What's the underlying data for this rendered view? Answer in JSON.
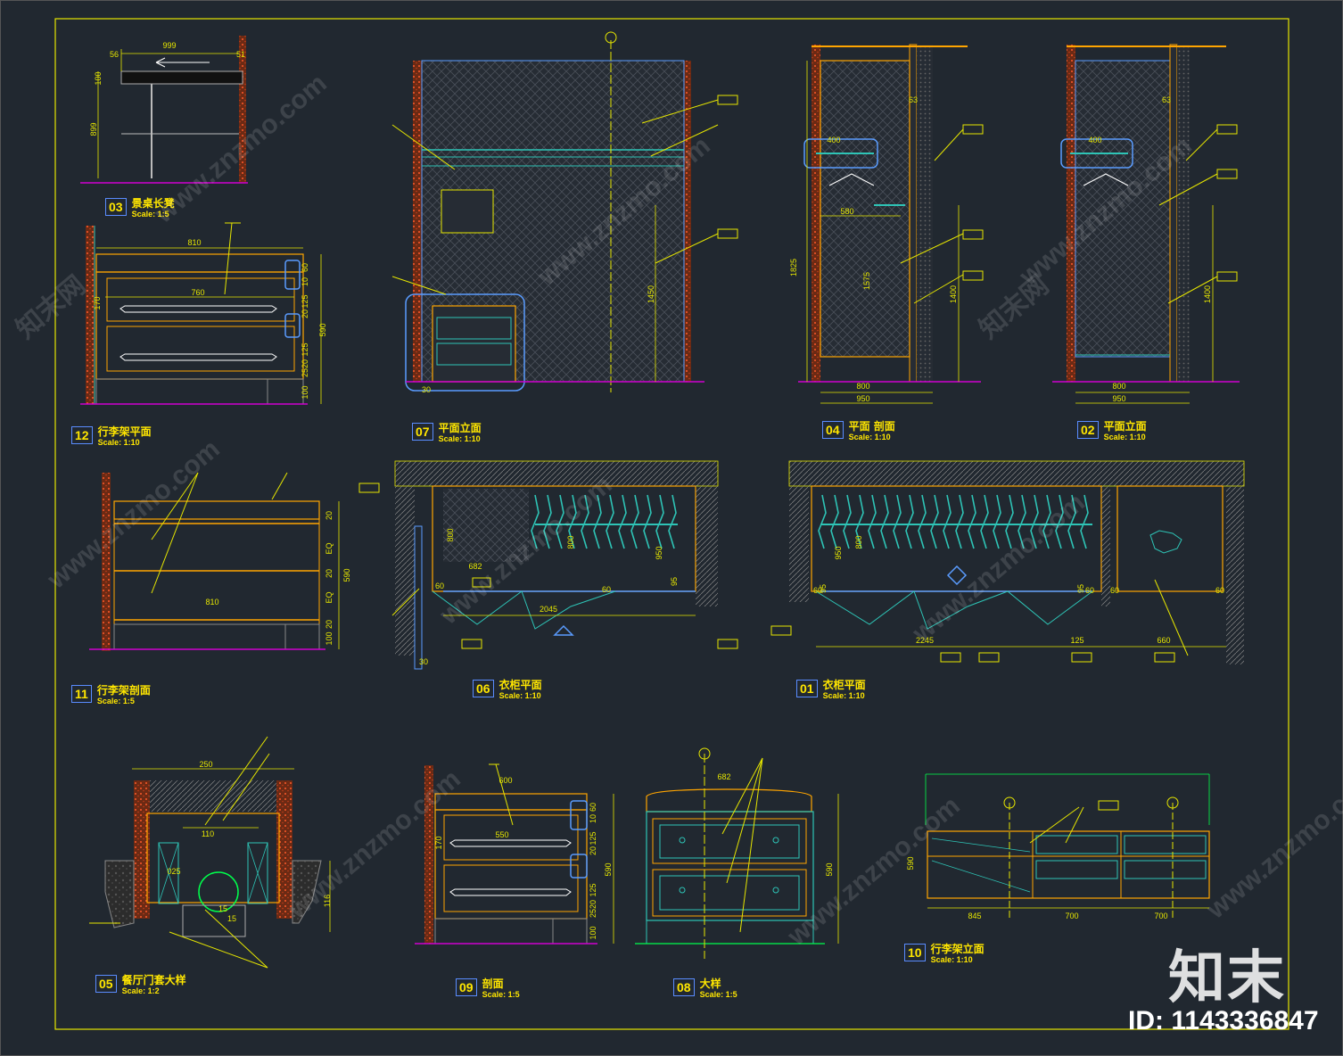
{
  "colors": {
    "background": "#212830",
    "frame": "#e6e600",
    "wall_outline": "#ff8c1a",
    "dimension": "#e6e600",
    "cabinet_line": "#ffa500",
    "hanger": "#2ec4b6",
    "highlight": "#5a9cff",
    "hatch": "#3a3f47",
    "magenta": "#d000d0",
    "red": "#e33"
  },
  "watermark": {
    "text_cn": "知末网",
    "text_url": "www.znzmo.com",
    "brand": "知末",
    "id_text": "ID: 1143336847"
  },
  "drawings": [
    {
      "key": "d03",
      "number": "03",
      "name": "景桌长凳",
      "scale": "Scale: 1:5"
    },
    {
      "key": "d12",
      "number": "12",
      "name": "行李架平面",
      "scale": "Scale: 1:10"
    },
    {
      "key": "d07",
      "number": "07",
      "name": "平面立面",
      "scale": "Scale: 1:10"
    },
    {
      "key": "d04",
      "number": "04",
      "name": "平面 剖面",
      "scale": "Scale: 1:10"
    },
    {
      "key": "d02",
      "number": "02",
      "name": "平面立面",
      "scale": "Scale: 1:10"
    },
    {
      "key": "d11",
      "number": "11",
      "name": "行李架剖面",
      "scale": "Scale: 1:5"
    },
    {
      "key": "d06",
      "number": "06",
      "name": "衣柜平面",
      "scale": "Scale: 1:10"
    },
    {
      "key": "d01",
      "number": "01",
      "name": "衣柜平面",
      "scale": "Scale: 1:10"
    },
    {
      "key": "d05",
      "number": "05",
      "name": "餐厅门套大样",
      "scale": "Scale: 1:2"
    },
    {
      "key": "d09",
      "number": "09",
      "name": "剖面",
      "scale": "Scale: 1:5"
    },
    {
      "key": "d08",
      "number": "08",
      "name": "大样",
      "scale": "Scale: 1:5"
    },
    {
      "key": "d10",
      "number": "10",
      "name": "行李架立面",
      "scale": "Scale: 1:10"
    }
  ],
  "dims": {
    "d03": [
      "999",
      "56",
      "51",
      "100",
      "899"
    ],
    "d12": [
      "810",
      "760",
      "170",
      "60",
      "10",
      "125",
      "20",
      "590",
      "125",
      "20",
      "25",
      "100"
    ],
    "d07": [
      "1450",
      "30"
    ],
    "d04": [
      "400",
      "1825",
      "1575",
      "1400",
      "63",
      "580",
      "800",
      "950"
    ],
    "d02": [
      "400",
      "1400",
      "63",
      "800",
      "950"
    ],
    "d11": [
      "810",
      "20",
      "EQ",
      "20",
      "EQ",
      "20",
      "100",
      "590"
    ],
    "d06": [
      "800",
      "800",
      "682",
      "950",
      "95",
      "60",
      "60",
      "2045",
      "30"
    ],
    "d01": [
      "950",
      "800",
      "95",
      "60",
      "95",
      "60",
      "60",
      "60",
      "2245",
      "125",
      "660"
    ],
    "d05": [
      "250",
      "110",
      "025",
      "116",
      "15",
      "15"
    ],
    "d09": [
      "600",
      "550",
      "170",
      "60",
      "10",
      "125",
      "20",
      "590",
      "125",
      "20",
      "25",
      "100"
    ],
    "d08": [
      "682",
      "590"
    ],
    "d10": [
      "590",
      "845",
      "700",
      "700"
    ]
  }
}
